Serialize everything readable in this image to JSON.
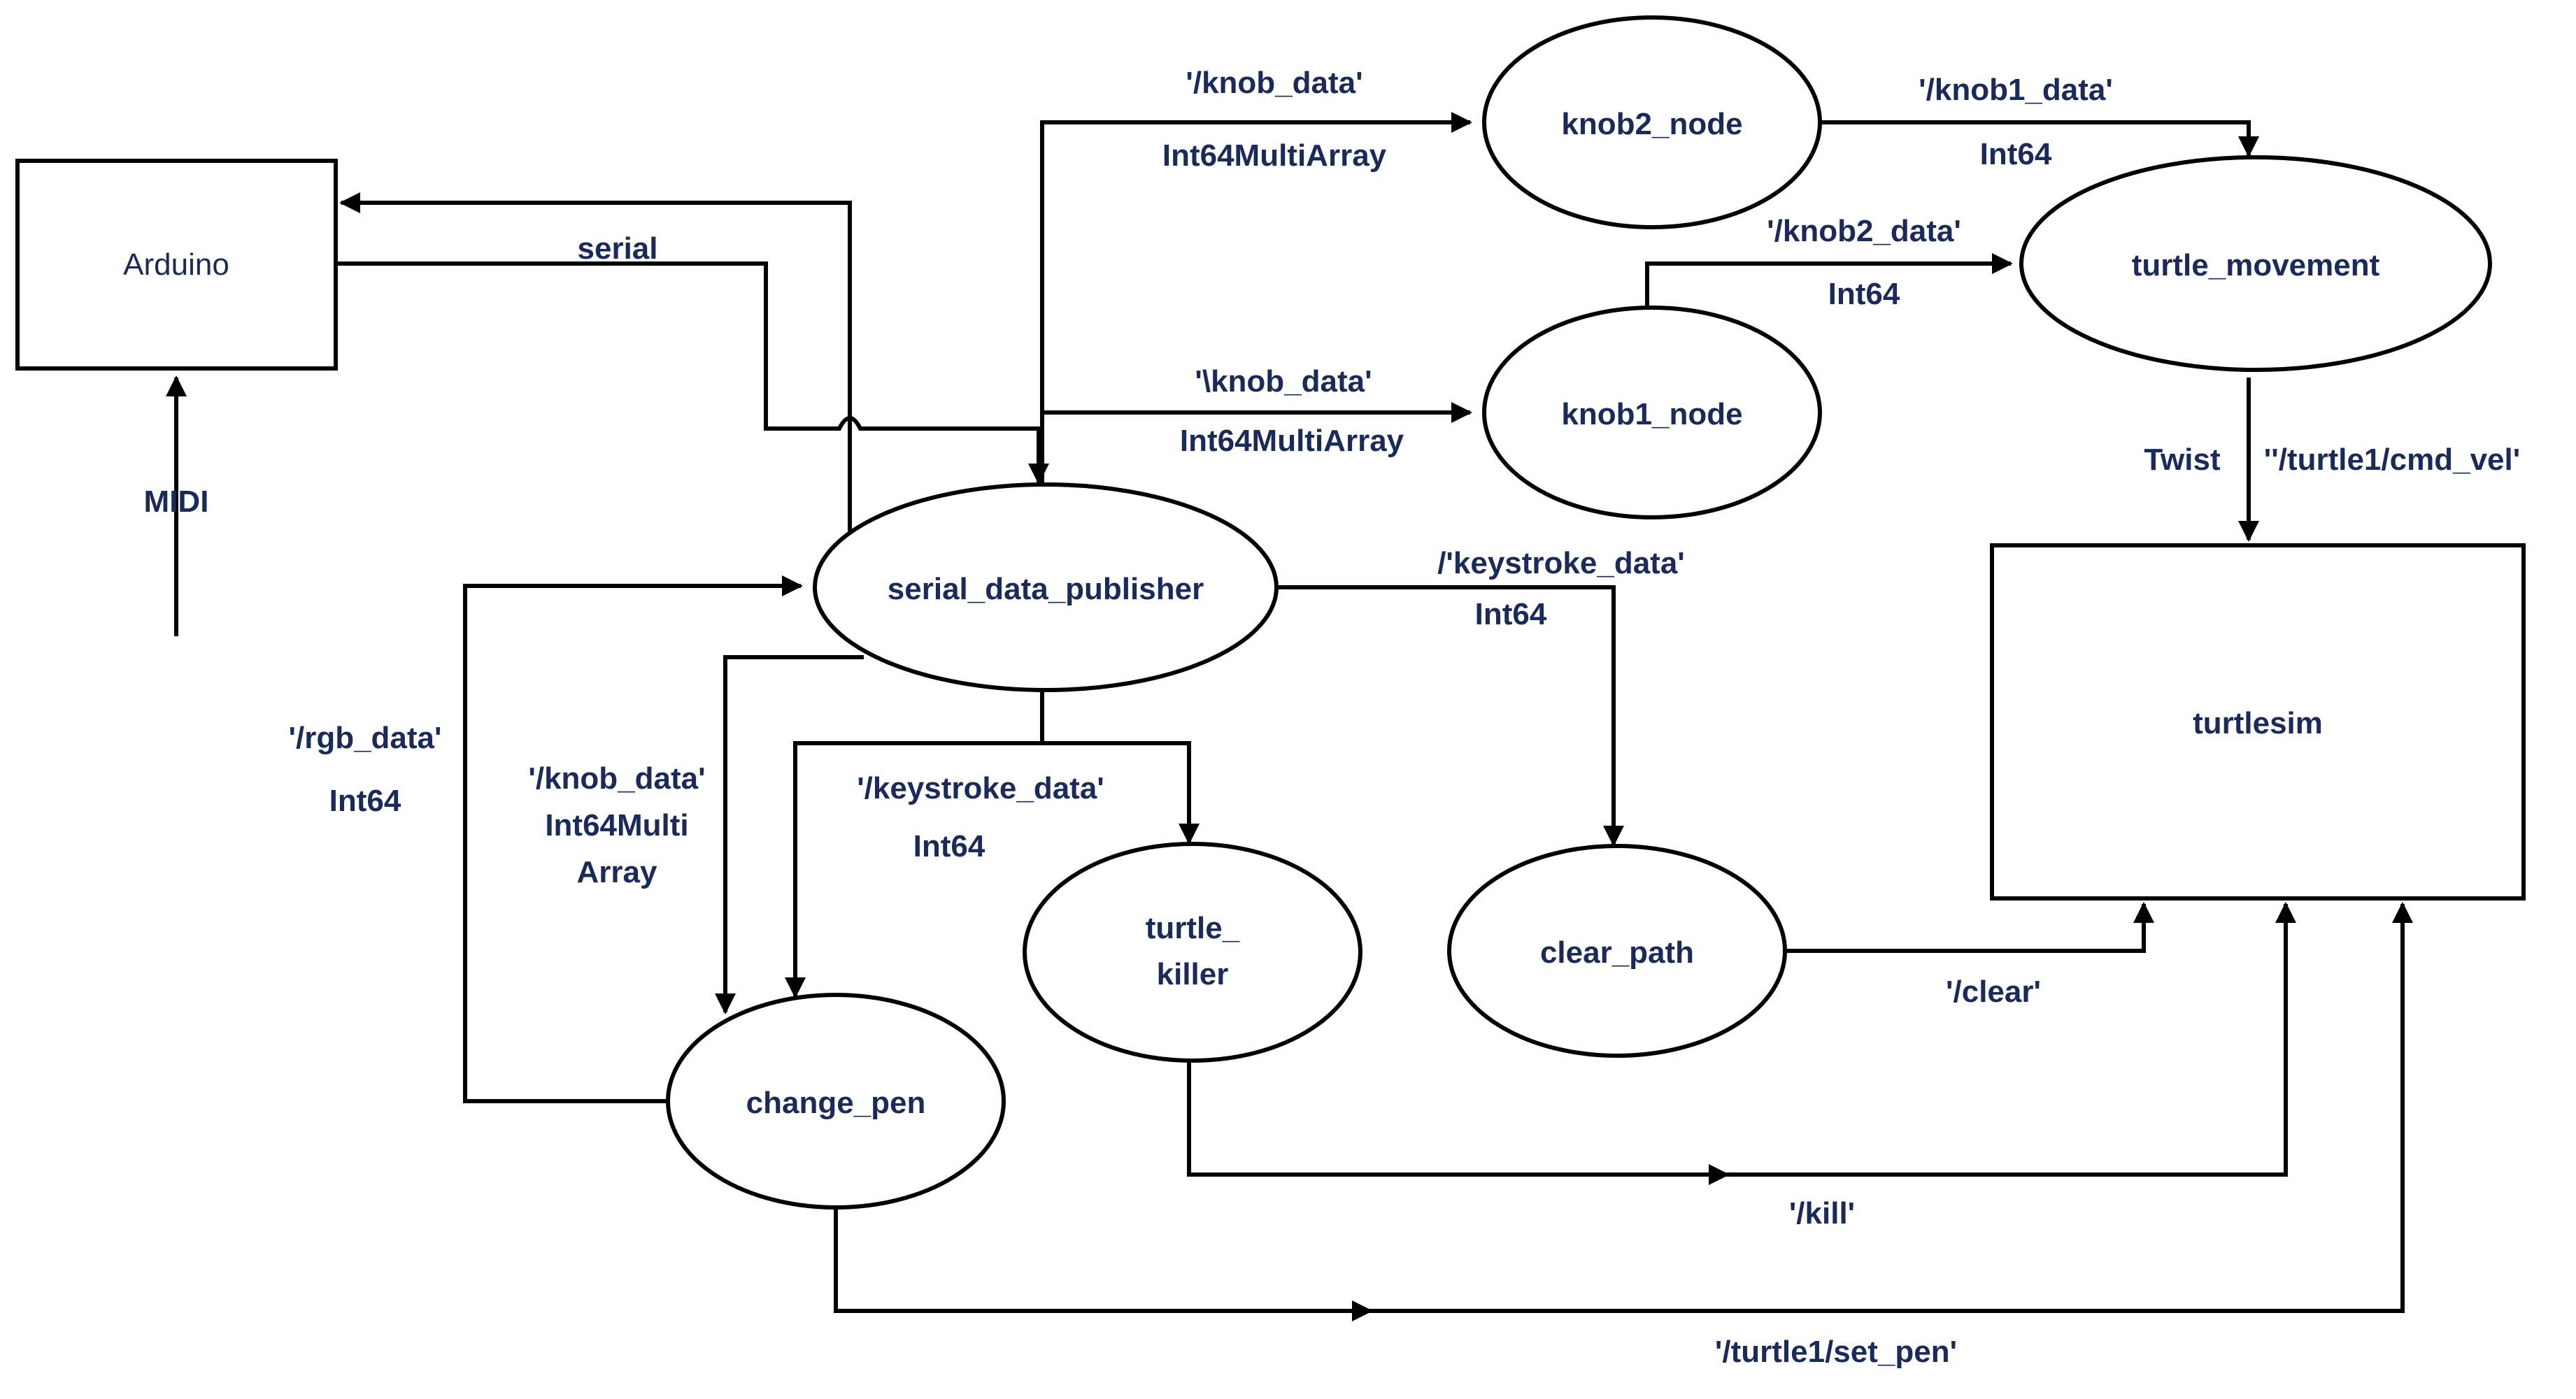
{
  "nodes": {
    "arduino": "Arduino",
    "serial_data_publisher": "serial_data_publisher",
    "knob2_node": "knob2_node",
    "knob1_node": "knob1_node",
    "turtle_movement": "turtle_movement",
    "turtlesim": "turtlesim",
    "change_pen": "change_pen",
    "turtle_killer_line1": "turtle_",
    "turtle_killer_line2": "killer",
    "clear_path": "clear_path"
  },
  "edges": {
    "midi": "MIDI",
    "serial": "serial",
    "knob_data_top_topic": "'/knob_data'",
    "knob_data_top_type": "Int64MultiArray",
    "knob_data_mid_topic": "'\\knob_data'",
    "knob_data_mid_type": "Int64MultiArray",
    "knob1_data_topic": "'/knob1_data'",
    "knob1_data_type": "Int64",
    "knob2_data_topic": "'/knob2_data'",
    "knob2_data_type": "Int64",
    "twist_type": "Twist",
    "cmd_vel_topic": "''/turtle1/cmd_vel'",
    "keystroke_clear_topic": "/'keystroke_data'",
    "keystroke_clear_type": "Int64",
    "rgb_topic": "'/rgb_data'",
    "rgb_type": "Int64",
    "knob_changepen_topic": "'/knob_data'",
    "knob_changepen_type1": "Int64Multi",
    "knob_changepen_type2": "Array",
    "keystroke_killer_topic": "'/keystroke_data'",
    "keystroke_killer_type": "Int64",
    "clear_topic": "'/clear'",
    "kill_topic": "'/kill'",
    "set_pen_topic": "'/turtle1/set_pen'"
  }
}
